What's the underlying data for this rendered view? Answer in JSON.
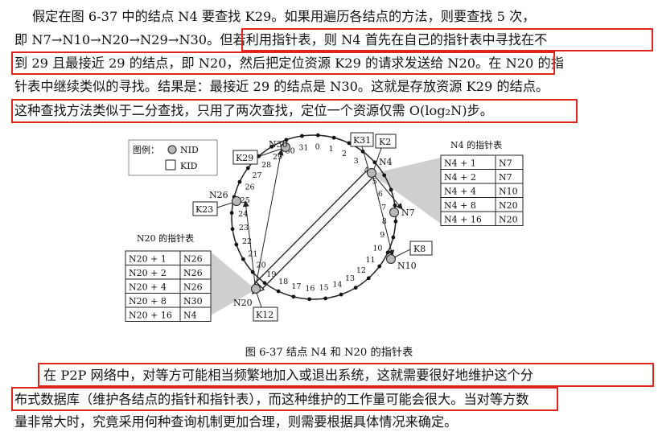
{
  "paragraph1": {
    "lines": [
      "假定在图 6-37 中的结点 N4 要查找 K29。如果用遍历各结点的方法，则要查找 5 次，",
      "即 N7→N10→N20→N29→N30。但若利用指针表，则 N4 首先在自己的指针表中寻找在不",
      "到 29 且最接近 29 的结点，即 N20，然后把定位资源 K29 的请求发送给 N20。在 N20 的指",
      "针表中继续类似的寻找。结果是：最接近 29 的结点是 N30。这就是存放资源 K29 的结点。",
      "这种查找方法类似于二分查找，只用了两次查找，定位一个资源仅需 O(log₂N)步。"
    ]
  },
  "figure": {
    "legend_title": "图例：",
    "legend_nid": "NID",
    "legend_kid": "KID",
    "ring_ids": [
      "0",
      "1",
      "2",
      "3",
      "4",
      "5",
      "6",
      "7",
      "8",
      "9",
      "10",
      "11",
      "12",
      "13",
      "14",
      "15",
      "16",
      "17",
      "18",
      "19",
      "20",
      "21",
      "22",
      "23",
      "24",
      "25",
      "26",
      "27",
      "28",
      "29",
      "30",
      "31"
    ],
    "nodes": [
      "N4",
      "N7",
      "N10",
      "N20",
      "N26",
      "N30"
    ],
    "keys": [
      "K31",
      "K2",
      "K8",
      "K12",
      "K23",
      "K29"
    ],
    "n4_table": {
      "title": "N4 的指针表",
      "rows": [
        [
          "N4 + 1",
          "N7"
        ],
        [
          "N4 + 2",
          "N7"
        ],
        [
          "N4 + 4",
          "N10"
        ],
        [
          "N4 + 8",
          "N20"
        ],
        [
          "N4 + 16",
          "N20"
        ]
      ]
    },
    "n20_table": {
      "title": "N20 的指针表",
      "rows": [
        [
          "N20 + 1",
          "N26"
        ],
        [
          "N20 + 2",
          "N26"
        ],
        [
          "N20 + 4",
          "N26"
        ],
        [
          "N20 + 8",
          "N30"
        ],
        [
          "N20 + 16",
          "N4"
        ]
      ]
    },
    "caption": "图 6-37    结点 N4 和 N20 的指针表"
  },
  "paragraph2": {
    "lines": [
      "在  P2P  网络中，对等方可能相当频繁地加入或退出系统，这就需要很好地维护这个分",
      "布式数据库（维护各结点的指针和指针表），而这种维护的工作量可能会很大。当对等方数",
      "量非常大时，究竟采用何种查询机制更加合理，则需要根据具体情况来确定。"
    ]
  },
  "colors": {
    "highlight": "#e0241f",
    "node_fill": "#b8b8b8",
    "shade": "#cfcfcf"
  }
}
